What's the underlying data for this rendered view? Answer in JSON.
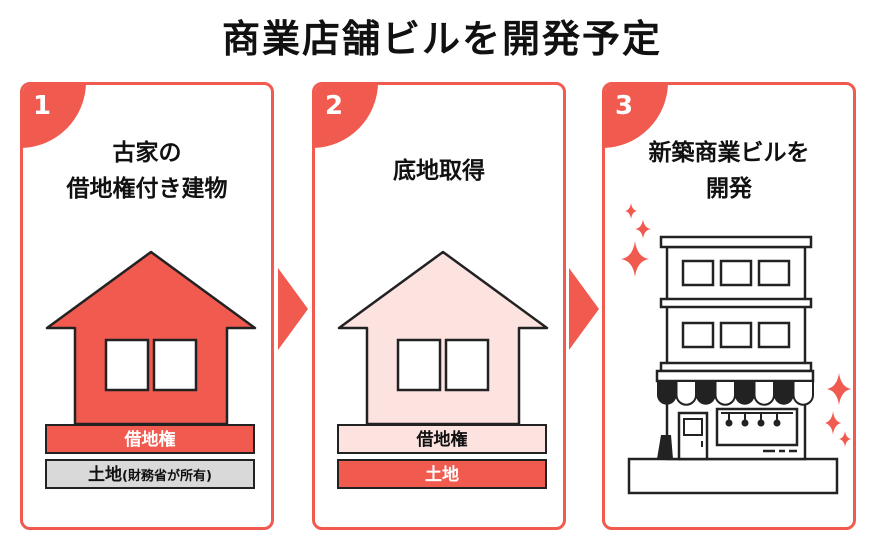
{
  "title": "商業店舗ビルを開発予定",
  "steps": [
    {
      "number": "1",
      "title_line1": "古家の",
      "title_line2": "借地権付き建物",
      "top_band": "借地権",
      "bottom_band_main": "土地",
      "bottom_band_note": "(財務省が所有)"
    },
    {
      "number": "2",
      "title_line1": "底地取得",
      "top_band": "借地権",
      "bottom_band": "土地"
    },
    {
      "number": "3",
      "title_line1": "新築商業ビルを",
      "title_line2": "開発"
    }
  ],
  "colors": {
    "accent": "#f05a4f",
    "pale": "#fde3e0",
    "gray_band": "#d9d9d9",
    "dark": "#222222"
  },
  "icons": [
    "house-icon",
    "building-icon",
    "sparkle-icon",
    "arrow-right-icon"
  ]
}
